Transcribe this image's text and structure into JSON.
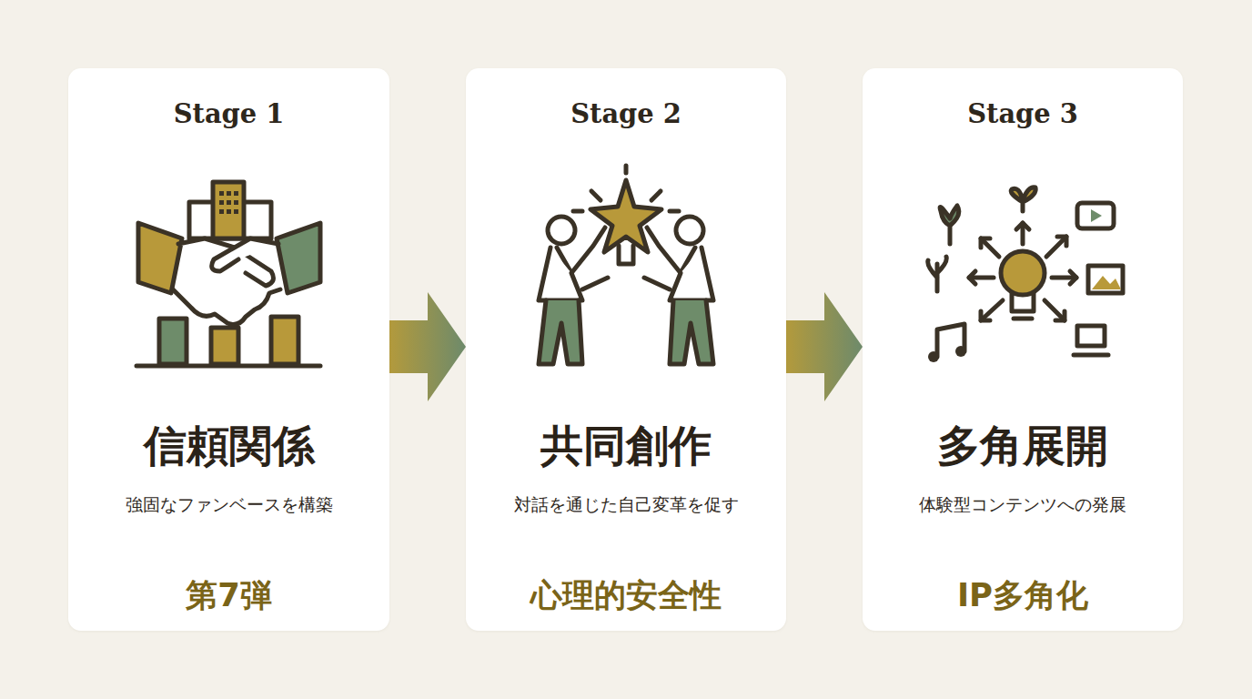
{
  "diagram": {
    "nodes": [
      {
        "text": [
          "Stage 1",
          "信頼関係",
          "強固なファンベースを構築",
          "第7弾"
        ]
      },
      {
        "text": [
          "Stage 2",
          "共同創作",
          "対話を通じた自己変革を促す",
          "心理的安全性"
        ]
      },
      {
        "text": [
          "Stage 3",
          "多角展開",
          "体験型コンテンツへの発展",
          "IP多角化"
        ]
      }
    ],
    "edges": [
      {
        "from": 0,
        "to": 1,
        "arrow": "to"
      },
      {
        "from": 1,
        "to": 2,
        "arrow": "to"
      }
    ]
  }
}
